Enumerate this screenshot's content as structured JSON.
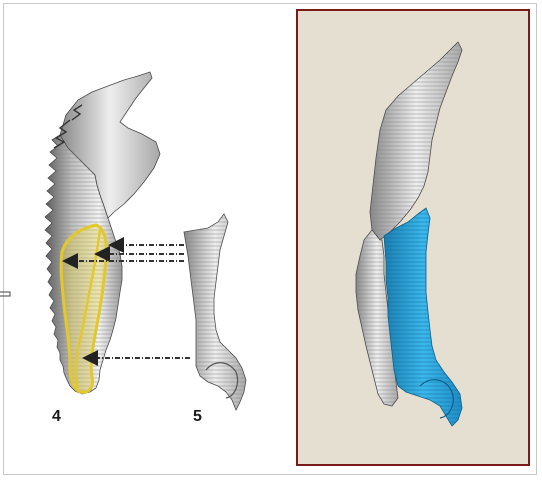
{
  "labels": {
    "left_model": "4",
    "middle_model": "5"
  },
  "colors": {
    "frame_border": "#c8c8c8",
    "right_panel_border": "#7a1b1b",
    "right_panel_background": "#e4dfd1",
    "bone_surface": "#d9d9d9",
    "bone_shadow": "#6e6e6e",
    "highlight_outline": "#e3c82c",
    "fitted_piece": "#2aa3d8",
    "arrow": "#333333"
  },
  "icons": {
    "left_bone": "bone-fragment-shape",
    "middle_bone": "small-bone-piece-shape",
    "right_bone": "assembled-bone-shape",
    "arrows": "dashed-arrow-left"
  }
}
